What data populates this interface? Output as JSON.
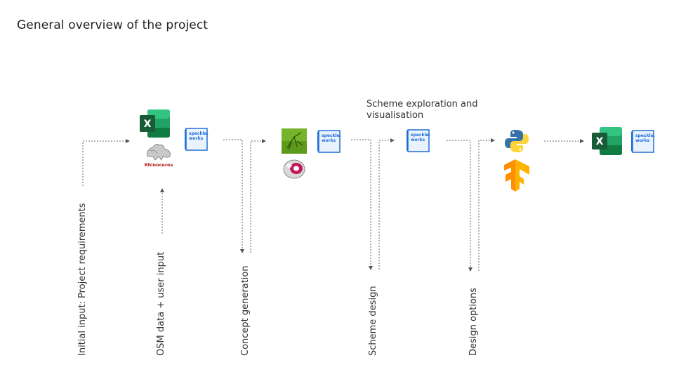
{
  "title": "General overview of the project",
  "caption_scheme": "Scheme exploration and visualisation",
  "labels": {
    "initial_input": "Initial input: Project requirements",
    "osm_input": "OSM data + user input",
    "concept": "Concept generation",
    "scheme_design": "Scheme design",
    "design_options": "Design options"
  },
  "icons": {
    "excel_letter": "X",
    "rhino_word": "Rhinoceros",
    "speckle_line1": "speckle.",
    "speckle_line2": "works"
  },
  "colors": {
    "excel_green": "#1d6f42",
    "speckle_blue": "#1f6fd6",
    "grasshopper_green": "#5c9a1c",
    "python_blue": "#3572a5",
    "python_yellow": "#ffd43b",
    "tensorflow_orange": "#ff8f00"
  }
}
